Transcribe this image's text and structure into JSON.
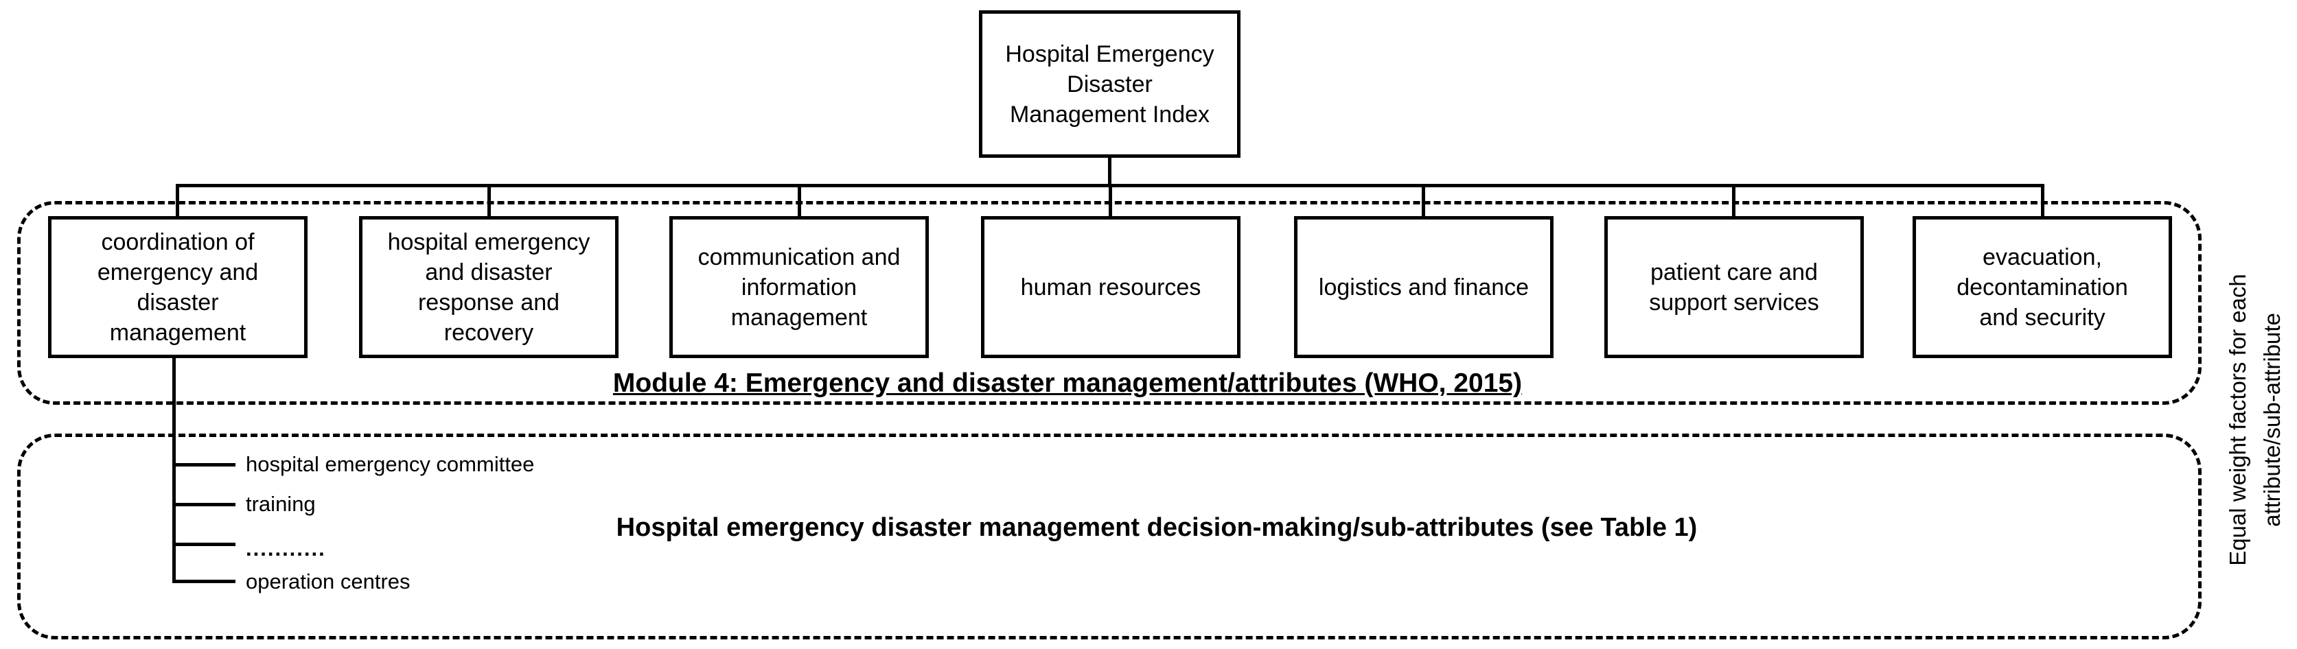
{
  "diagram": {
    "root_label": "Hospital Emergency\nDisaster\nManagement Index",
    "attributes": [
      "coordination of\nemergency and\ndisaster\nmanagement",
      "hospital emergency\nand disaster\nresponse and\nrecovery",
      "communication and\ninformation\nmanagement",
      "human resources",
      "logistics and finance",
      "patient care and\nsupport services",
      "evacuation,\ndecontamination\nand security"
    ],
    "module_caption": "Module 4: Emergency and disaster management/attributes (WHO, 2015)",
    "sub_attributes": [
      "hospital emergency committee",
      "training",
      "...........",
      "operation centres"
    ],
    "sub_caption": "Hospital emergency disaster management decision-making/sub-attributes (see Table 1)",
    "side_note": {
      "line1": "Equal weight factors for each",
      "line2": "attribute/sub-attribute"
    },
    "colors": {
      "line": "#000000",
      "background": "#ffffff"
    }
  }
}
